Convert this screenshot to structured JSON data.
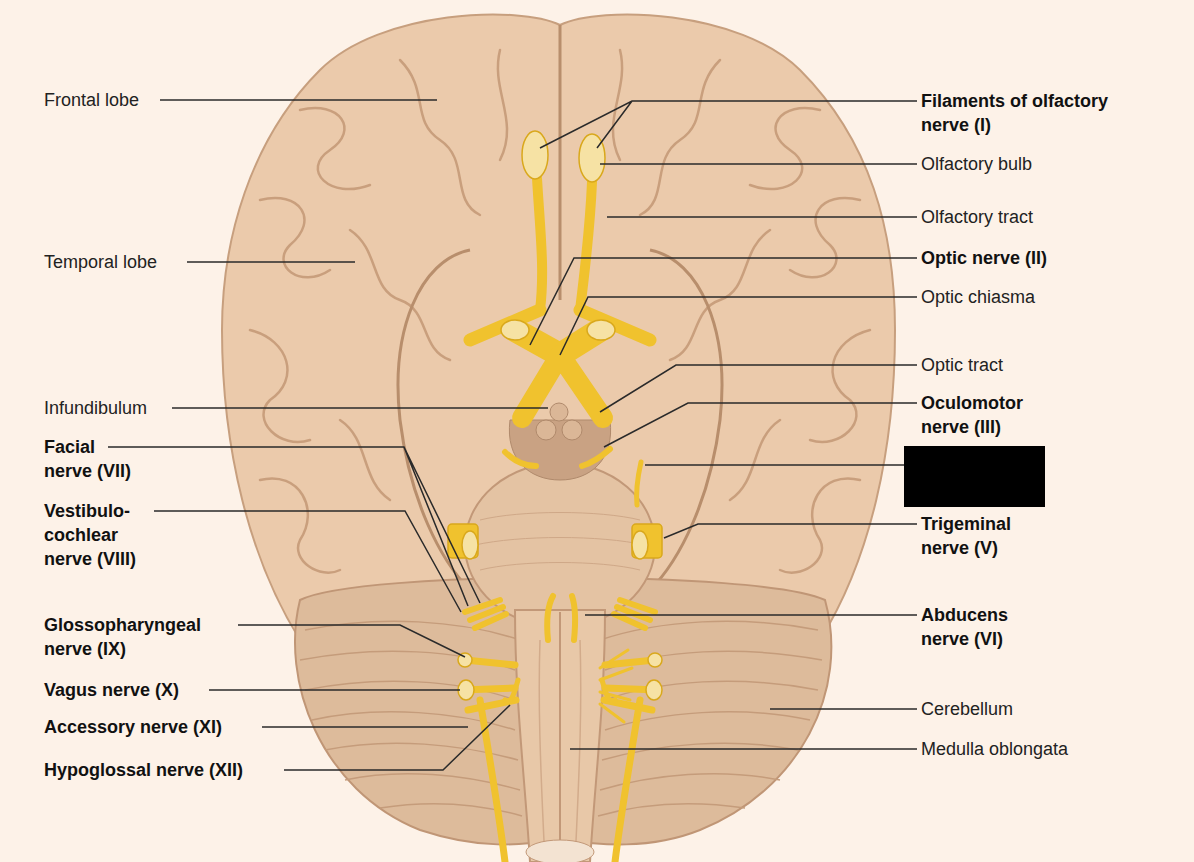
{
  "diagram": {
    "labels": [
      "Frontal lobe",
      "Temporal lobe",
      "Infundibulum",
      "Facial nerve (VII)",
      "Vestibulo- cochlear nerve (VIII)",
      "Glossopharyngeal nerve (IX)",
      "Vagus nerve (X)",
      "Accessory nerve (XI)",
      "Hypoglossal nerve (XII)",
      "Filaments of olfactory nerve (I)",
      "Olfactory bulb",
      "Olfactory tract",
      "Optic nerve (II)",
      "Optic chiasma",
      "Optic tract",
      "Oculomotor nerve (III)",
      "Trigeminal nerve (V)",
      "Abducens nerve (VI)",
      "Cerebellum",
      "Medulla oblongata"
    ]
  }
}
